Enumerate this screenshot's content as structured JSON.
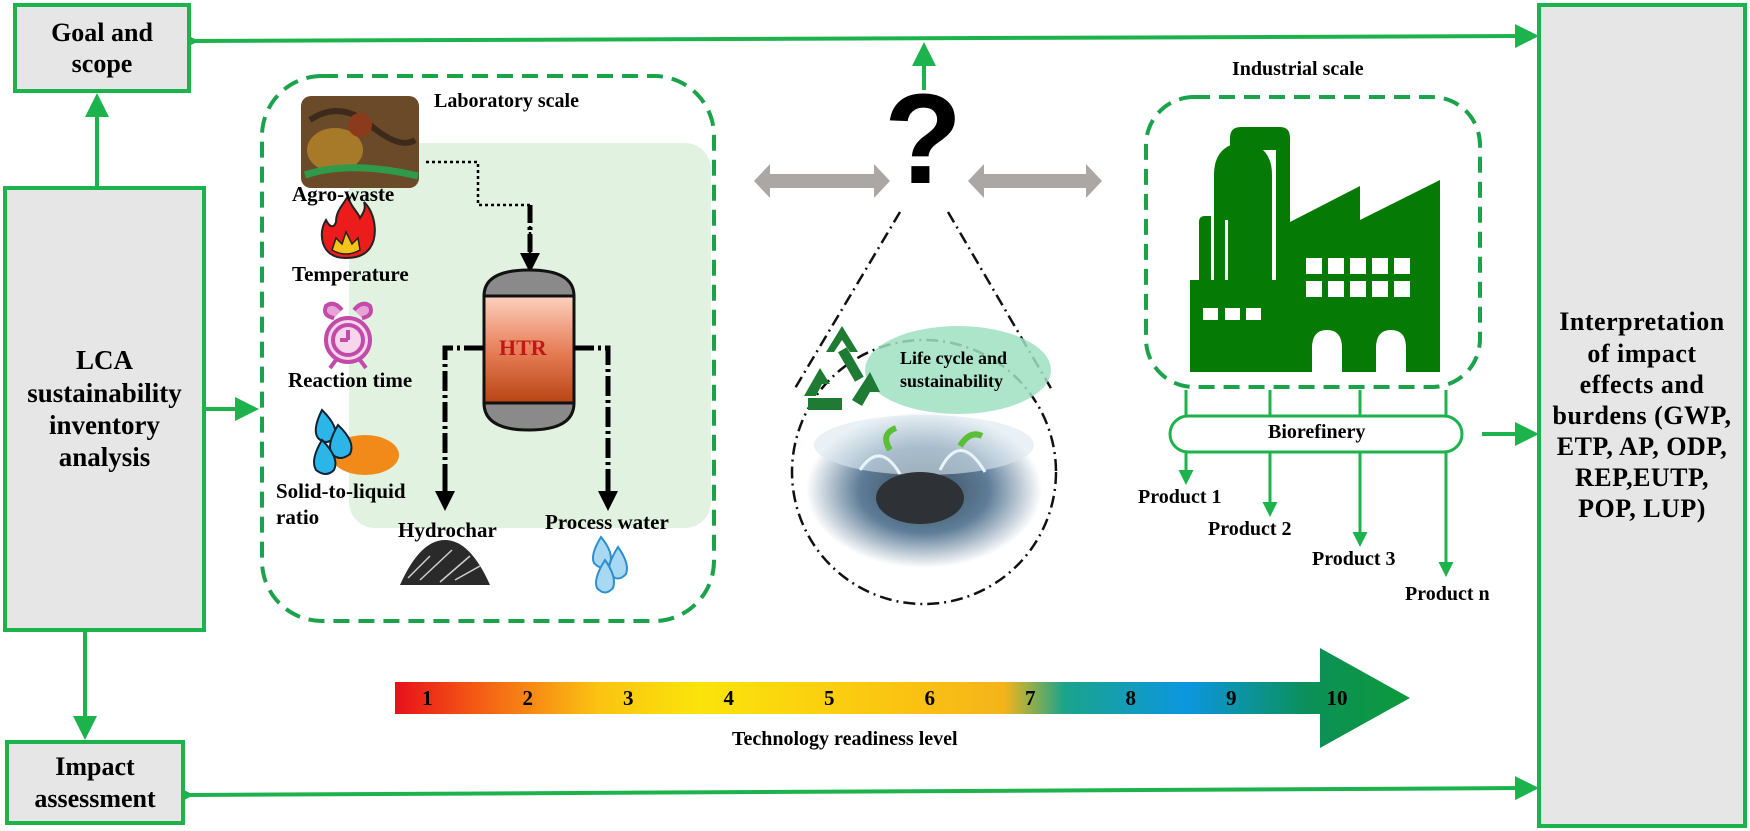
{
  "diagram": {
    "accent_color": "#1db34c",
    "box_fill": "#e6e6e6",
    "dashed_border_color": "#1aa34a",
    "stages": {
      "goal_scope": "Goal and scope",
      "inventory": "LCA sustainability inventory analysis",
      "impact": "Impact assessment",
      "interpretation": "Interpretation of impact effects and burdens (GWP, ETP, AP, ODP, REP,EUTP, POP, LUP)"
    },
    "laboratory": {
      "title": "Laboratory scale",
      "feedstock_label": "Agro-waste",
      "parameters": [
        {
          "label": "Temperature",
          "icon": "flame-icon"
        },
        {
          "label": "Reaction time",
          "icon": "alarm-clock-icon"
        },
        {
          "label": "Solid-to-liquid ratio",
          "icon": "water-drops-solid-icon"
        }
      ],
      "reactor_label": "HTR",
      "outputs": [
        {
          "label": "Hydrochar",
          "icon": "hydrochar-pile-icon"
        },
        {
          "label": "Process water",
          "icon": "water-drops-icon"
        }
      ]
    },
    "center": {
      "question_mark": "?",
      "bubble_text": "Life cycle and sustainability"
    },
    "industrial": {
      "title": "Industrial scale",
      "refinery_label": "Biorefinery",
      "products": [
        "Product 1",
        "Product 2",
        "Product 3",
        "Product n"
      ]
    },
    "trl": {
      "label": "Technology readiness level",
      "levels": [
        "1",
        "2",
        "3",
        "4",
        "5",
        "6",
        "7",
        "8",
        "9",
        "10"
      ]
    }
  }
}
